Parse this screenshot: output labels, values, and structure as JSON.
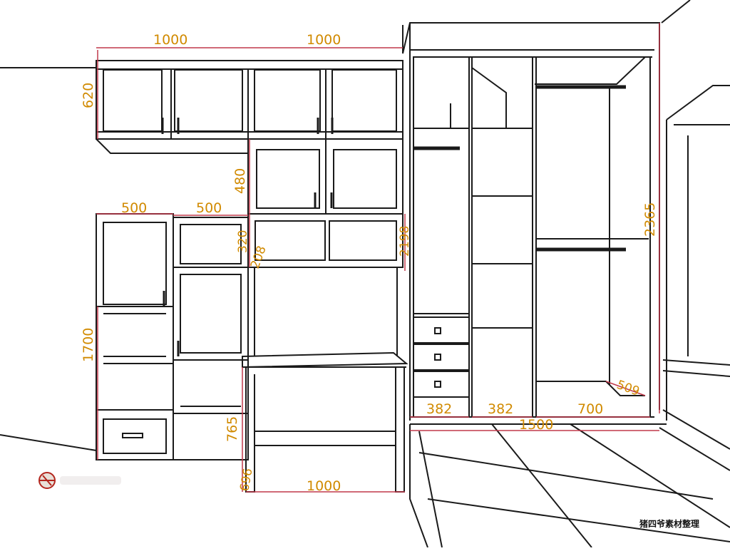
{
  "dimensions": {
    "top_left_width": "1000",
    "top_right_width": "1000",
    "upper_height": "620",
    "mid_height": "480",
    "left_col_width": "500",
    "second_col_width": "500",
    "shelf_height": "320",
    "small_gap": "208",
    "desk_hutch_height": "2198",
    "lower_left_height": "1700",
    "desk_height": "765",
    "desk_depth": "696",
    "desk_width": "1000",
    "wardrobe_height": "2365",
    "wardrobe_depth": "509",
    "col1_width": "382",
    "col2_width": "382",
    "col3_width": "700",
    "wardrobe_width": "1500"
  },
  "caption": "猪四爷素材整理",
  "colors": {
    "line": "#1a1a1a",
    "dim_line": "#c0384a",
    "dim_text": "#d18a00"
  }
}
